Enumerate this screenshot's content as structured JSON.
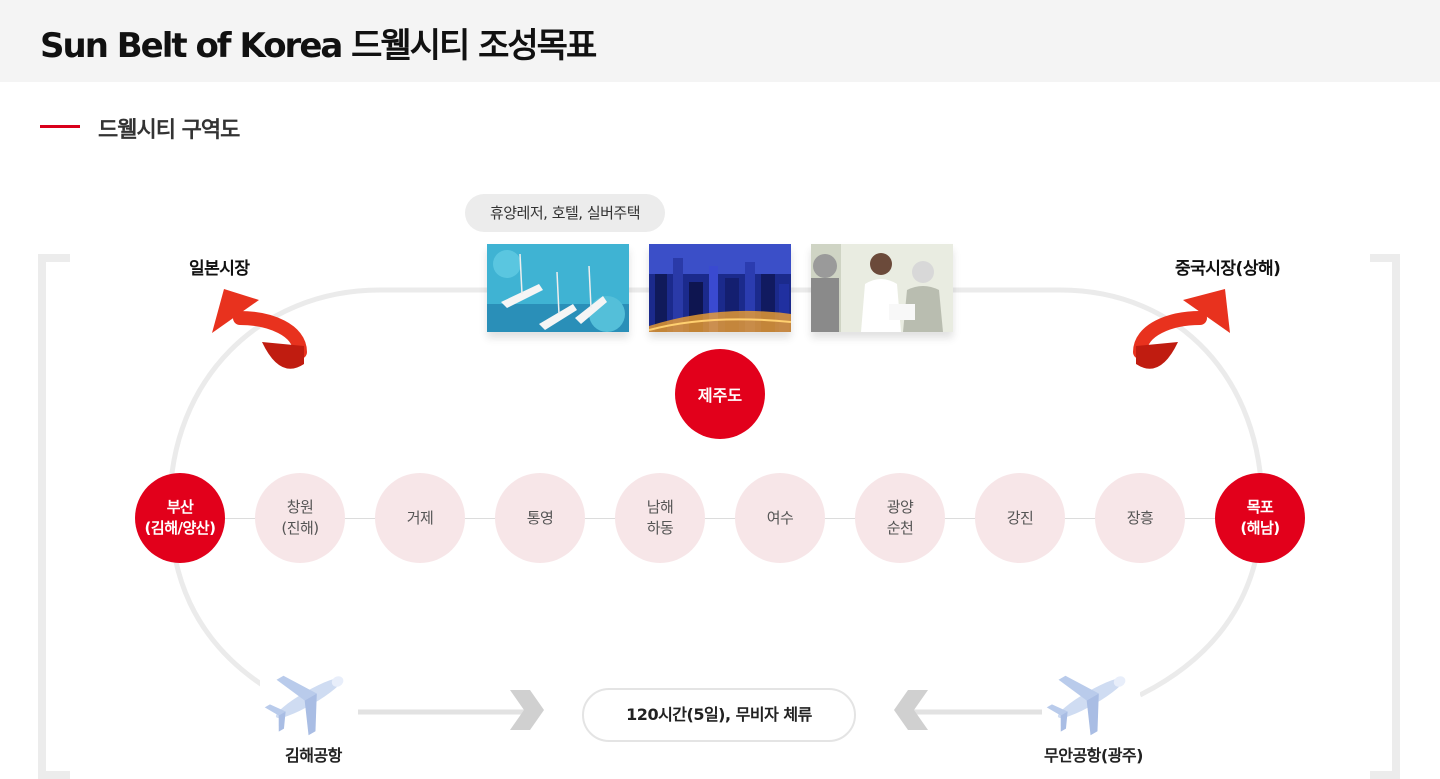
{
  "header": {
    "title": "Sun Belt of Korea 드웰시티 조성목표"
  },
  "section": {
    "title": "드웰시티 구역도"
  },
  "top_pill": {
    "label": "휴양레저, 호텔, 실버주택"
  },
  "photos": [
    {
      "name": "yachts-photo"
    },
    {
      "name": "city-night-photo"
    },
    {
      "name": "senior-care-photo"
    }
  ],
  "markets": {
    "japan": "일본시장",
    "china": "중국시장(상해)"
  },
  "jeju": {
    "label": "제주도"
  },
  "nodes": [
    {
      "label": "부산\n(김해/양산)",
      "main": true
    },
    {
      "label": "창원\n(진해)",
      "main": false
    },
    {
      "label": "거제",
      "main": false
    },
    {
      "label": "통영",
      "main": false
    },
    {
      "label": "남해\n하동",
      "main": false
    },
    {
      "label": "여수",
      "main": false
    },
    {
      "label": "광양\n순천",
      "main": false
    },
    {
      "label": "강진",
      "main": false
    },
    {
      "label": "장흥",
      "main": false
    },
    {
      "label": "목포\n(해남)",
      "main": true
    }
  ],
  "airports": {
    "left": "김해공항",
    "right": "무안공항(광주)"
  },
  "stay_pill": {
    "label": "120시간(5일), 무비자 체류"
  },
  "colors": {
    "accent": "#e2001b",
    "node_light": "#f7e6e8",
    "arrow": "#e8321e"
  }
}
